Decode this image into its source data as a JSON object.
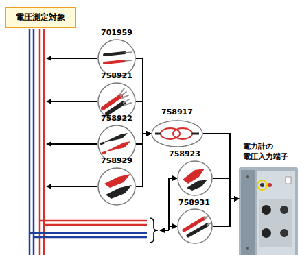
{
  "diagram": {
    "nodes": [
      {
        "text": [
          "電圧測定対象"
        ]
      },
      {
        "text": [
          "701959"
        ]
      },
      {
        "text": [
          "758921"
        ]
      },
      {
        "text": [
          "758922"
        ]
      },
      {
        "text": [
          "758929"
        ]
      },
      {
        "text": [
          "758917"
        ]
      },
      {
        "text": [
          "758923"
        ]
      },
      {
        "text": [
          "758931"
        ]
      },
      {
        "text": [
          "電力計の 電圧入力端子"
        ]
      }
    ],
    "edges": [
      {
        "from": 1,
        "to": 5,
        "arrow": "to"
      },
      {
        "from": 2,
        "to": 5,
        "arrow": "to"
      },
      {
        "from": 3,
        "to": 5,
        "arrow": "to"
      },
      {
        "from": 4,
        "to": 5,
        "arrow": "to"
      },
      {
        "from": 5,
        "to": 8,
        "arrow": "to"
      },
      {
        "from": 6,
        "to": 8,
        "arrow": "to"
      },
      {
        "from": 7,
        "to": 8,
        "arrow": "to"
      }
    ]
  }
}
